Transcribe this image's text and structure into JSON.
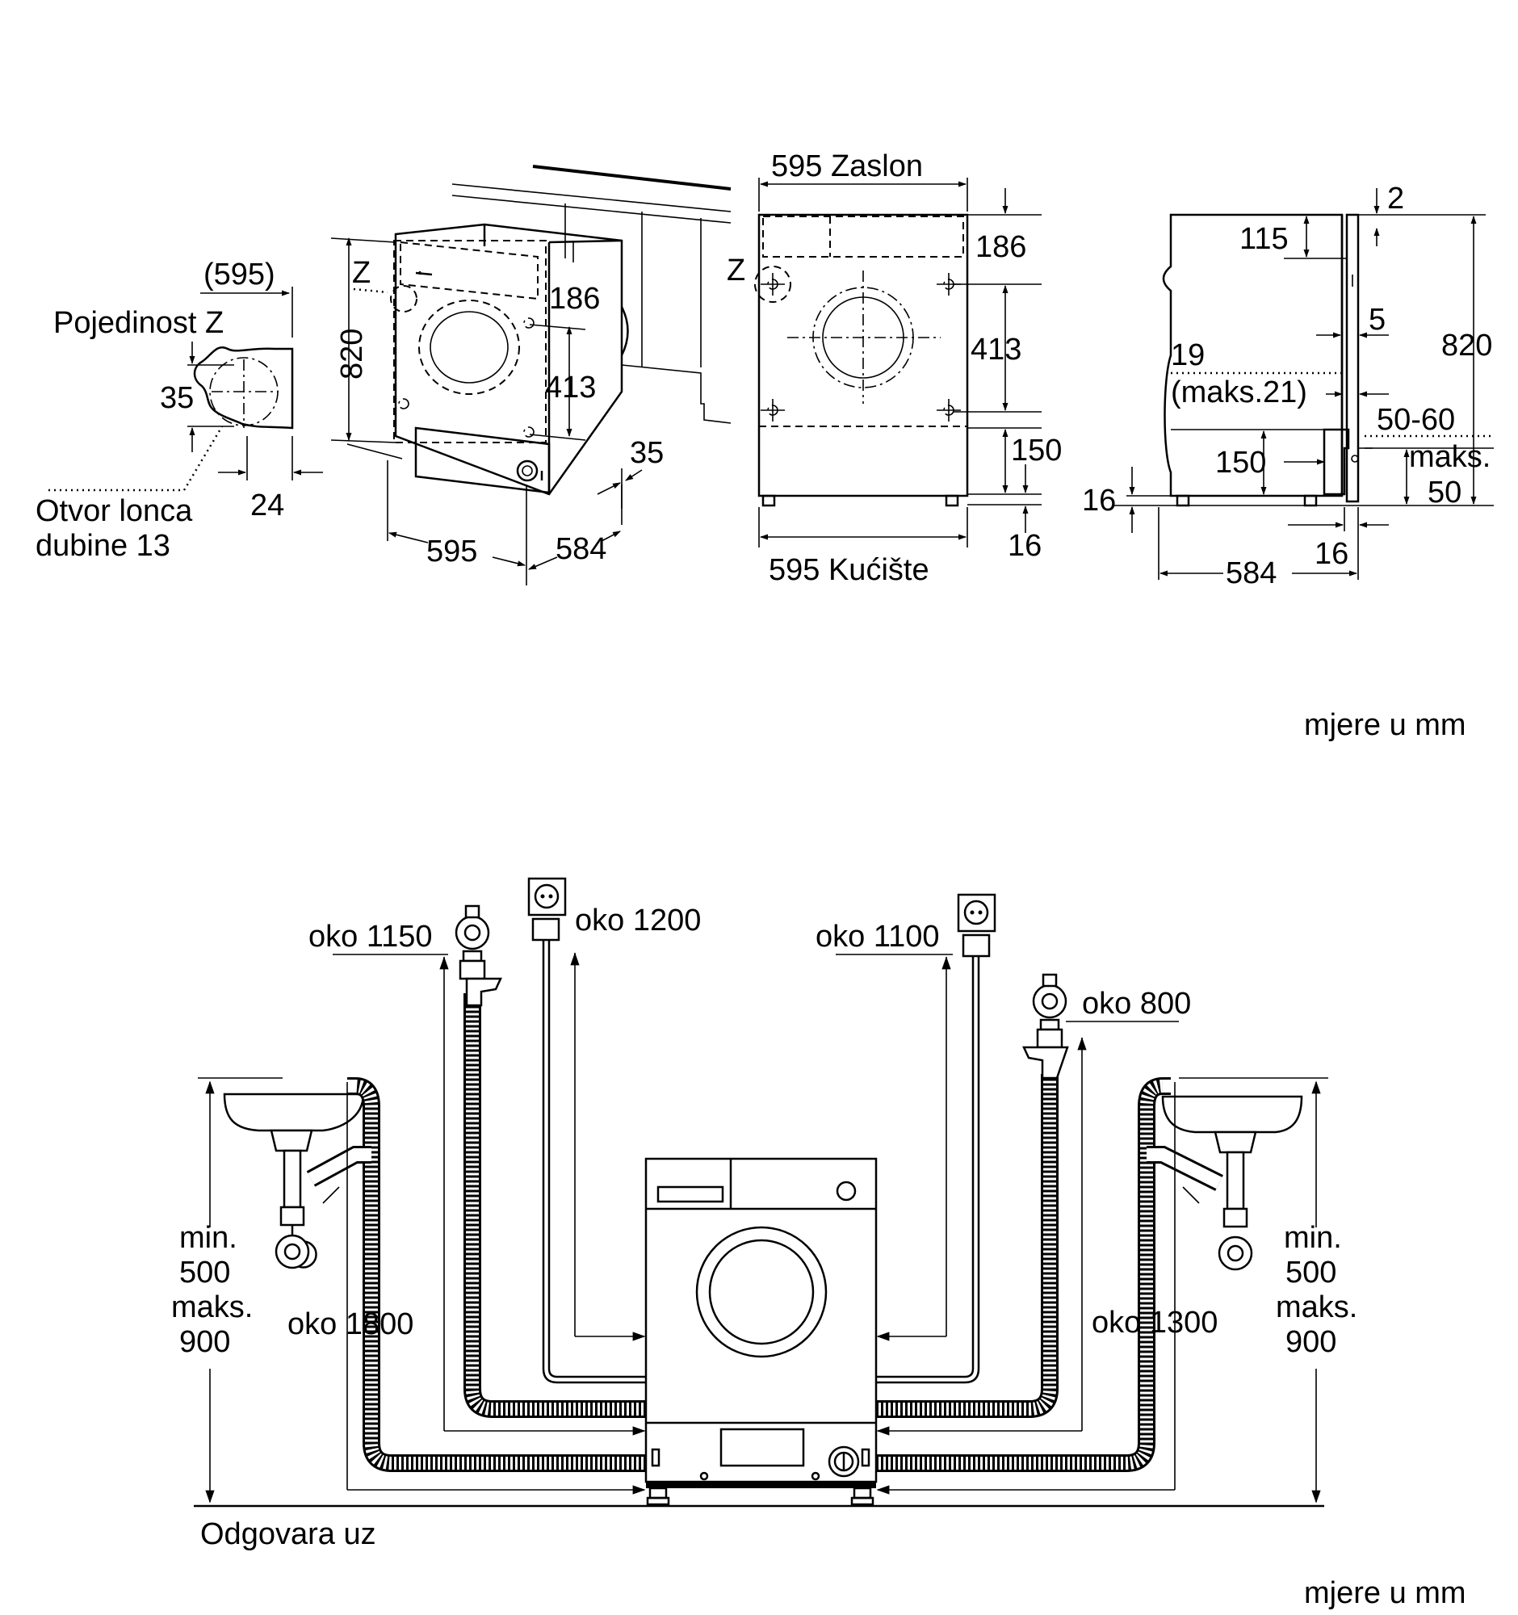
{
  "top": {
    "detail": {
      "title": "Pojedinost Z",
      "width_paren": "(595)",
      "dim_35": "35",
      "dim_24": "24",
      "note_line1": "Otvor lonca",
      "note_line2": "dubine 13"
    },
    "iso": {
      "z": "Z",
      "dim_820": "820",
      "dim_186": "186",
      "dim_413": "413",
      "dim_35": "35",
      "dim_595": "595",
      "dim_584": "584"
    },
    "front": {
      "z": "Z",
      "panel_width": "595 Zaslon",
      "dim_186": "186",
      "dim_413": "413",
      "dim_150": "150",
      "dim_16": "16",
      "case_width": "595 Kućište"
    },
    "side": {
      "dim_2": "2",
      "dim_115": "115",
      "dim_820": "820",
      "dim_5": "5",
      "dim_19": "19",
      "dim_max21": "(maks.21)",
      "dim_5060": "50-60",
      "dim_150": "150",
      "dim_maks": "maks.",
      "dim_50": "50",
      "dim_16_left": "16",
      "dim_16_bottom": "16",
      "dim_584": "584"
    },
    "units": "mjere u mm"
  },
  "bottom": {
    "left": {
      "hose_1150": "oko 1150",
      "cable_1200": "oko 1200",
      "drain_1800": "oko 1800",
      "height_l1": "min.",
      "height_l2": "500",
      "height_l3": "maks.",
      "height_l4": "900"
    },
    "right": {
      "cable_1100": "oko 1100",
      "hose_800": "oko 800",
      "drain_1300": "oko 1300",
      "height_l1": "min.",
      "height_l2": "500",
      "height_l3": "maks.",
      "height_l4": "900"
    },
    "floor_label": "Odgovara uz",
    "units": "mjere u mm"
  }
}
